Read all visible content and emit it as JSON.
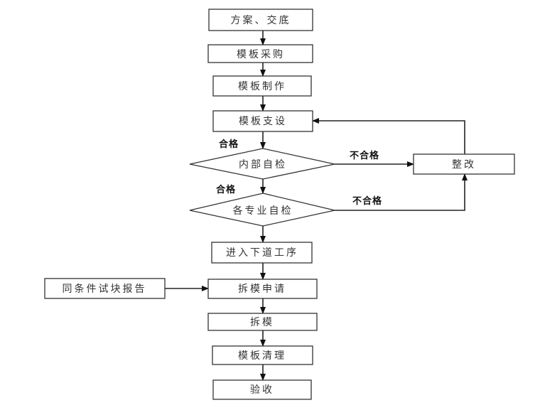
{
  "diagram": {
    "type": "flowchart",
    "nodes": [
      {
        "id": "n1",
        "shape": "rect",
        "label": "方案、交底"
      },
      {
        "id": "n2",
        "shape": "rect",
        "label": "模板采购"
      },
      {
        "id": "n3",
        "shape": "rect",
        "label": "模板制作"
      },
      {
        "id": "n4",
        "shape": "rect",
        "label": "模板支设"
      },
      {
        "id": "d1",
        "shape": "diamond",
        "label": "内部自检"
      },
      {
        "id": "d2",
        "shape": "diamond",
        "label": "各专业自检"
      },
      {
        "id": "fix",
        "shape": "rect",
        "label": "整改"
      },
      {
        "id": "n5",
        "shape": "rect",
        "label": "进入下道工序"
      },
      {
        "id": "side",
        "shape": "rect",
        "label": "同条件试块报告"
      },
      {
        "id": "n6",
        "shape": "rect",
        "label": "拆模申请"
      },
      {
        "id": "n7",
        "shape": "rect",
        "label": "拆模"
      },
      {
        "id": "n8",
        "shape": "rect",
        "label": "模板清理"
      },
      {
        "id": "n9",
        "shape": "rect",
        "label": "验收"
      }
    ],
    "edges": [
      {
        "from": "n1",
        "to": "n2",
        "label": ""
      },
      {
        "from": "n2",
        "to": "n3",
        "label": ""
      },
      {
        "from": "n3",
        "to": "n4",
        "label": ""
      },
      {
        "from": "n4",
        "to": "d1",
        "label": "合格"
      },
      {
        "from": "d1",
        "to": "d2",
        "label": "合格"
      },
      {
        "from": "d1",
        "to": "fix",
        "label": "不合格"
      },
      {
        "from": "d2",
        "to": "fix",
        "label": "不合格"
      },
      {
        "from": "fix",
        "to": "n4",
        "label": ""
      },
      {
        "from": "d2",
        "to": "n5",
        "label": ""
      },
      {
        "from": "n5",
        "to": "n6",
        "label": ""
      },
      {
        "from": "side",
        "to": "n6",
        "label": ""
      },
      {
        "from": "n6",
        "to": "n7",
        "label": ""
      },
      {
        "from": "n7",
        "to": "n8",
        "label": ""
      },
      {
        "from": "n8",
        "to": "n9",
        "label": ""
      }
    ],
    "labels": {
      "pass_1": "合格",
      "pass_2": "合格",
      "fail_1": "不合格",
      "fail_2": "不合格"
    }
  }
}
